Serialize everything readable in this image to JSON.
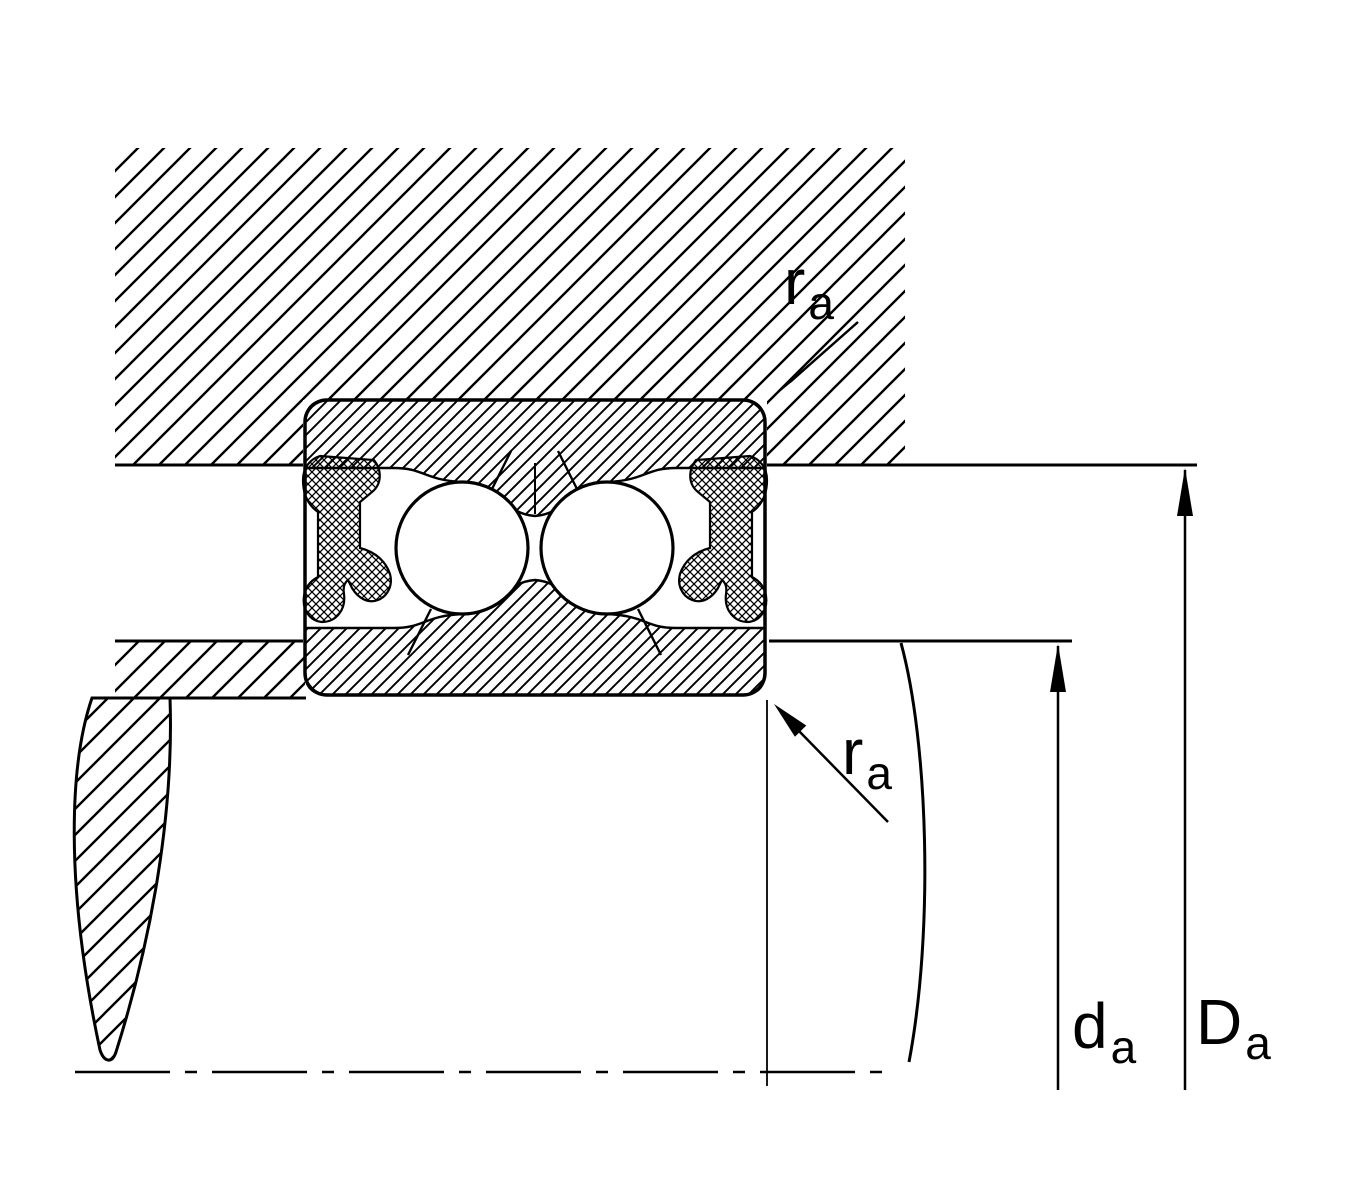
{
  "colors": {
    "background": "#ffffff",
    "line": "#000000"
  },
  "labels": {
    "ra_top": {
      "main": "r",
      "sub": "a"
    },
    "ra_bottom": {
      "main": "r",
      "sub": "a"
    },
    "da": {
      "main": "d",
      "sub": "a"
    },
    "Da": {
      "main": "D",
      "sub": "a"
    }
  }
}
